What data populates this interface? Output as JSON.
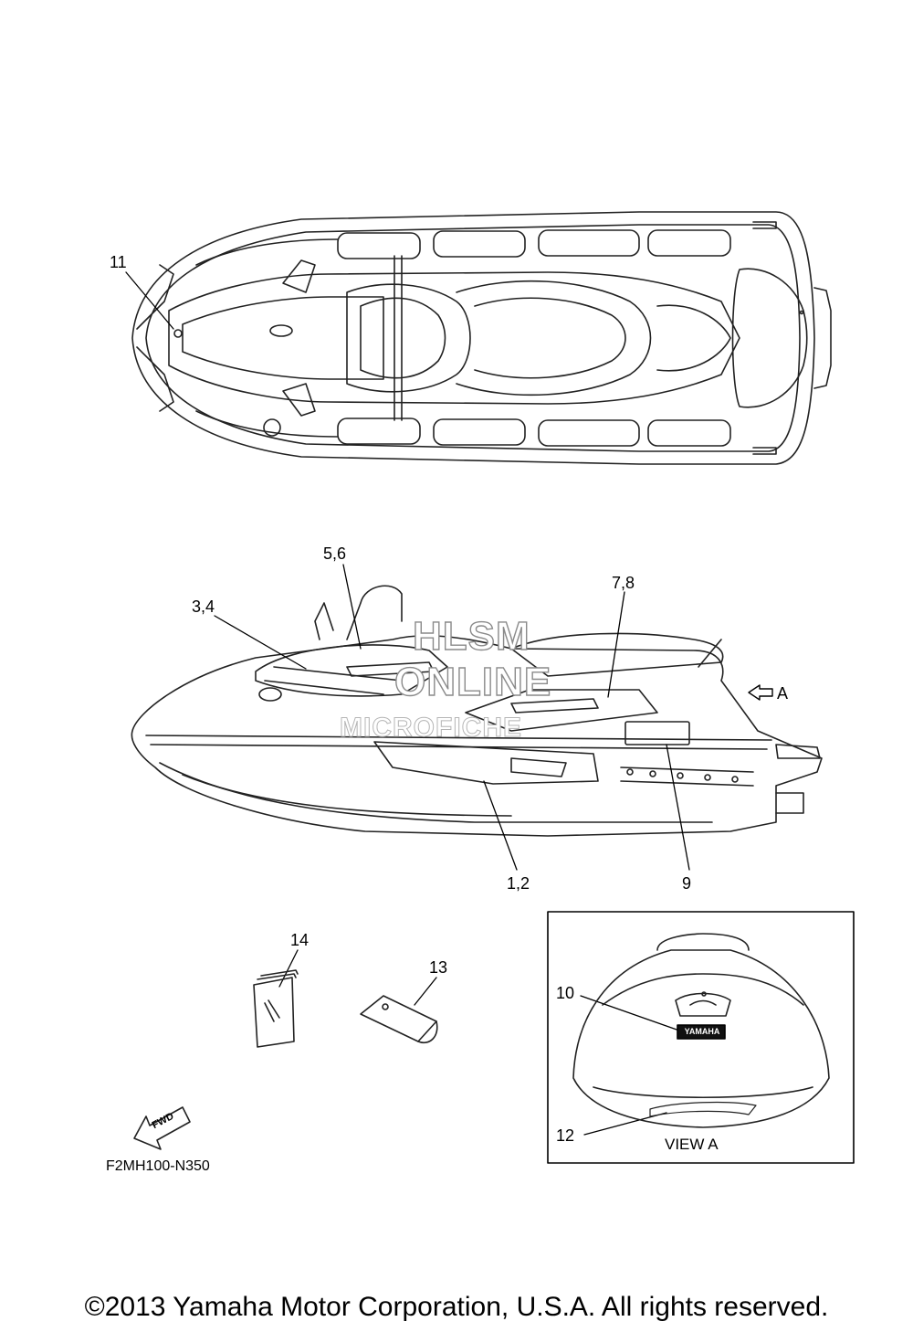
{
  "diagram": {
    "callouts": {
      "c11": "11",
      "c56": "5,6",
      "c34": "3,4",
      "c78": "7,8",
      "c12": "1,2",
      "c9": "9",
      "c14": "14",
      "c13": "13",
      "c10": "10",
      "c12b": "12"
    },
    "view_arrow_label": "A",
    "view_label": "VIEW A",
    "fwd_label": "FWD",
    "decal_text": "YAMAHA",
    "drawing_code": "F2MH100-N350"
  },
  "watermark": {
    "line1": "HLSM",
    "line2": "ONLINE",
    "line3": "MICROFICHE"
  },
  "footer": {
    "copyright": "©2013 Yamaha Motor Corporation, U.S.A. All rights reserved."
  }
}
